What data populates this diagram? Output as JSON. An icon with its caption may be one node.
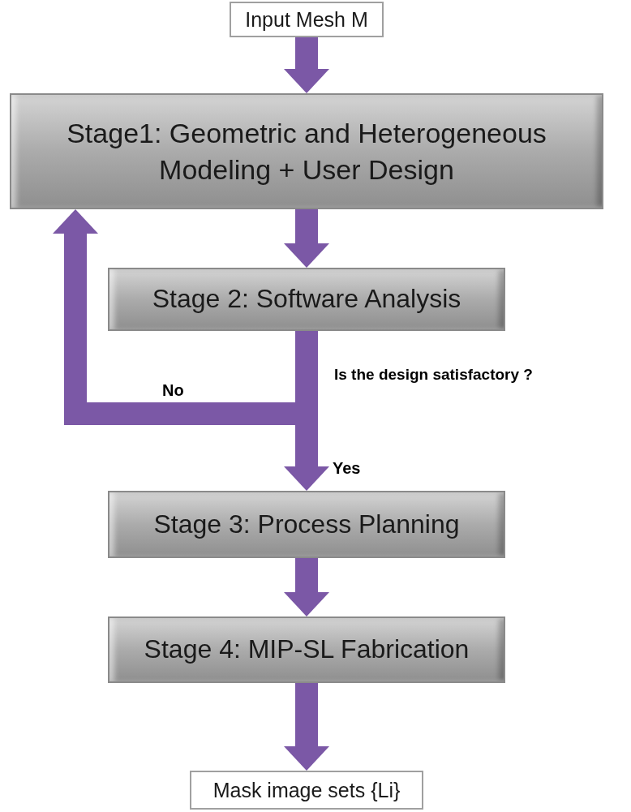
{
  "diagram": {
    "nodes": [
      {
        "text": [
          "Input Mesh M"
        ]
      },
      {
        "text": [
          "Stage1: Geometric and Heterogeneous Modeling + User Design"
        ]
      },
      {
        "text": [
          "Stage 2: Software Analysis"
        ]
      },
      {
        "text": [
          "Stage 3: Process Planning"
        ]
      },
      {
        "text": [
          "Stage 4: MIP-SL Fabrication"
        ]
      },
      {
        "text": [
          "Mask image sets {Li}"
        ]
      }
    ],
    "edges": [
      {
        "from": 0,
        "to": 1,
        "arrow": "to"
      },
      {
        "from": 1,
        "to": 2,
        "arrow": "to"
      },
      {
        "from": 2,
        "to": 3,
        "arrow": "to",
        "label": "Yes"
      },
      {
        "from": 2,
        "to": 1,
        "arrow": "to",
        "label": "No"
      },
      {
        "from": 3,
        "to": 4,
        "arrow": "to"
      },
      {
        "from": 4,
        "to": 5,
        "arrow": "to"
      }
    ],
    "labels": [
      "Is the design satisfactory ?"
    ]
  }
}
